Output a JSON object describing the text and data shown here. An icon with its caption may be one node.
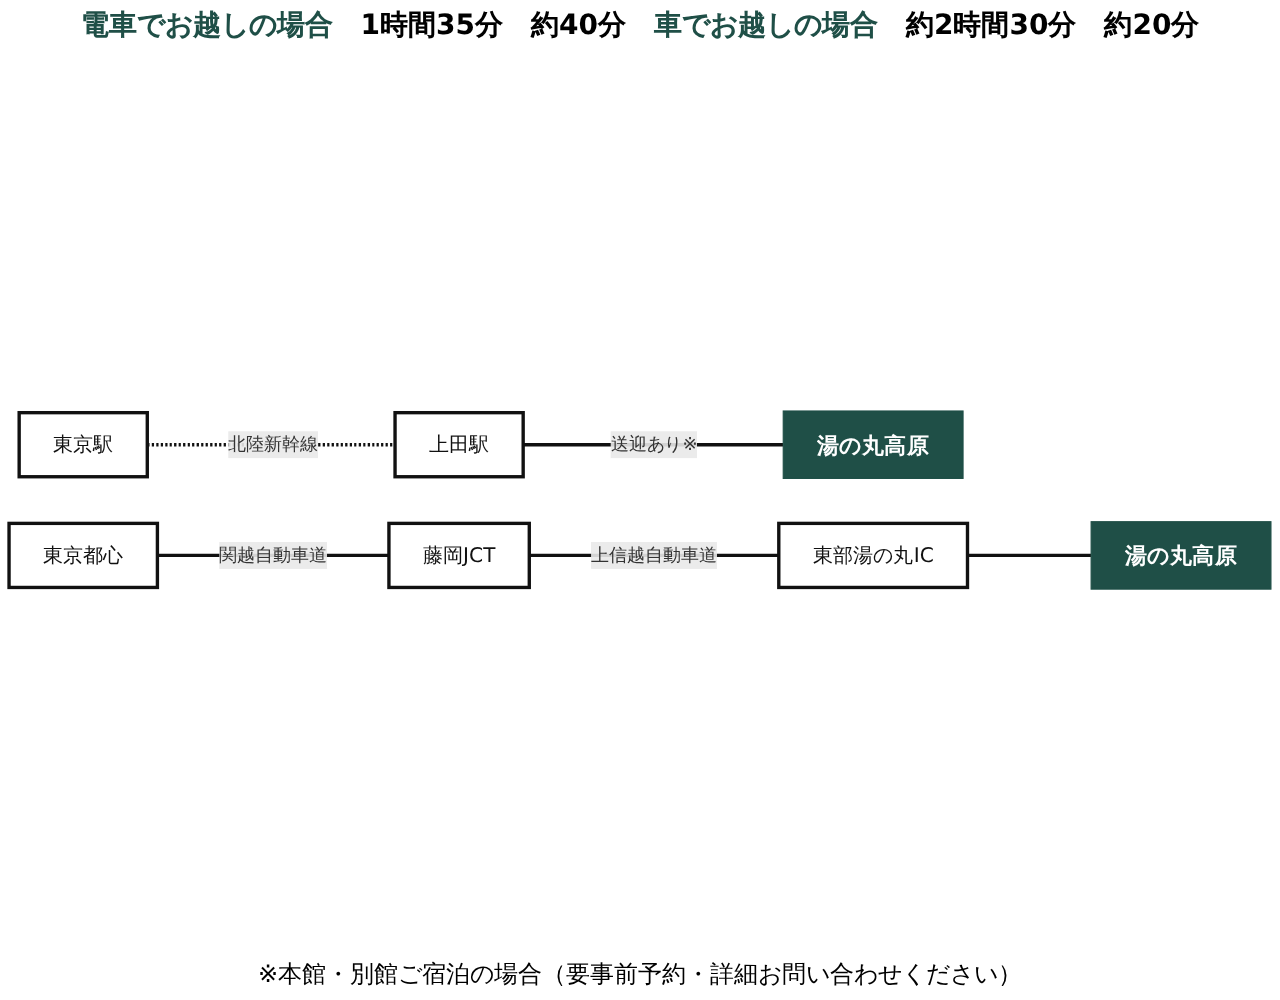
{
  "diagram": {
    "nodes": [
      {
        "text": [
          "東京駅"
        ]
      },
      {
        "text": [
          "上田駅"
        ]
      },
      {
        "text": [
          "湯の丸高原"
        ]
      },
      {
        "text": [
          "東京都心"
        ]
      },
      {
        "text": [
          "藤岡JCT"
        ]
      },
      {
        "text": [
          "東部湯の丸IC"
        ]
      },
      {
        "text": [
          "湯の丸高原"
        ]
      }
    ],
    "edges": [
      {
        "from": 0,
        "to": 1,
        "arrow": "none",
        "label": "北陸新幹線",
        "style": "dashed"
      },
      {
        "from": 1,
        "to": 2,
        "arrow": "none",
        "label": "送迎あり※"
      },
      {
        "from": 3,
        "to": 4,
        "arrow": "none",
        "label": "関越自動車道"
      },
      {
        "from": 4,
        "to": 5,
        "arrow": "none",
        "label": "上信越自動車道"
      },
      {
        "from": 5,
        "to": 6,
        "arrow": "none"
      }
    ],
    "labels": [
      "電車でお越しの場合",
      "1時間35分",
      "約40分",
      "※本館・別館ご宿泊の場合（要事前予約・詳細お問い合わせください）",
      "車でお越しの場合",
      "約2時間30分",
      "約20分"
    ]
  }
}
